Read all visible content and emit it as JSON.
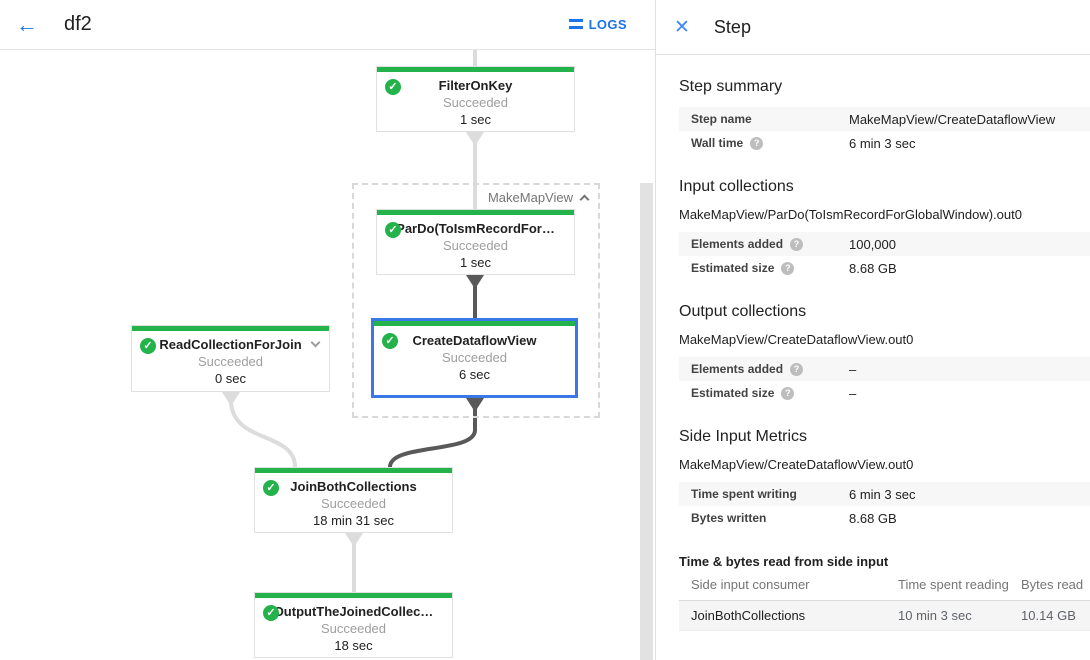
{
  "header": {
    "title": "df2",
    "logs_label": "LOGS"
  },
  "graph": {
    "group": {
      "label": "MakeMapView"
    },
    "nodes": [
      {
        "title": "FilterOnKey",
        "status": "Succeeded",
        "time": "1 sec"
      },
      {
        "title": "ParDo(ToIsmRecordFor…",
        "status": "Succeeded",
        "time": "1 sec"
      },
      {
        "title": "CreateDataflowView",
        "status": "Succeeded",
        "time": "6 sec"
      },
      {
        "title": "ReadCollectionForJoin",
        "status": "Succeeded",
        "time": "0 sec"
      },
      {
        "title": "JoinBothCollections",
        "status": "Succeeded",
        "time": "18 min 31 sec"
      },
      {
        "title": "OutputTheJoinedCollec…",
        "status": "Succeeded",
        "time": "18 sec"
      }
    ]
  },
  "panel": {
    "title": "Step",
    "step_summary": {
      "title": "Step summary",
      "rows": [
        {
          "label": "Step name",
          "value": "MakeMapView/CreateDataflowView"
        },
        {
          "label": "Wall time",
          "value": "6 min 3 sec"
        }
      ]
    },
    "input_collections": {
      "title": "Input collections",
      "subtitle": "MakeMapView/ParDo(ToIsmRecordForGlobalWindow).out0",
      "rows": [
        {
          "label": "Elements added",
          "value": "100,000"
        },
        {
          "label": "Estimated size",
          "value": "8.68 GB"
        }
      ]
    },
    "output_collections": {
      "title": "Output collections",
      "subtitle": "MakeMapView/CreateDataflowView.out0",
      "rows": [
        {
          "label": "Elements added",
          "value": "–"
        },
        {
          "label": "Estimated size",
          "value": "–"
        }
      ]
    },
    "side_input_metrics": {
      "title": "Side Input Metrics",
      "subtitle": "MakeMapView/CreateDataflowView.out0",
      "rows": [
        {
          "label": "Time spent writing",
          "value": "6 min 3 sec"
        },
        {
          "label": "Bytes written",
          "value": "8.68 GB"
        }
      ]
    },
    "side_input_table": {
      "title": "Time & bytes read from side input",
      "columns": [
        "Side input consumer",
        "Time spent reading",
        "Bytes read"
      ],
      "rows": [
        [
          "JoinBothCollections",
          "10 min 3 sec",
          "10.14 GB"
        ]
      ]
    }
  },
  "colors": {
    "node_green": "#24b24a",
    "selection_blue": "#3b78e7",
    "accent_blue": "#1a73e8",
    "edge_dark": "#595959",
    "edge_light": "#dcdcdc"
  }
}
